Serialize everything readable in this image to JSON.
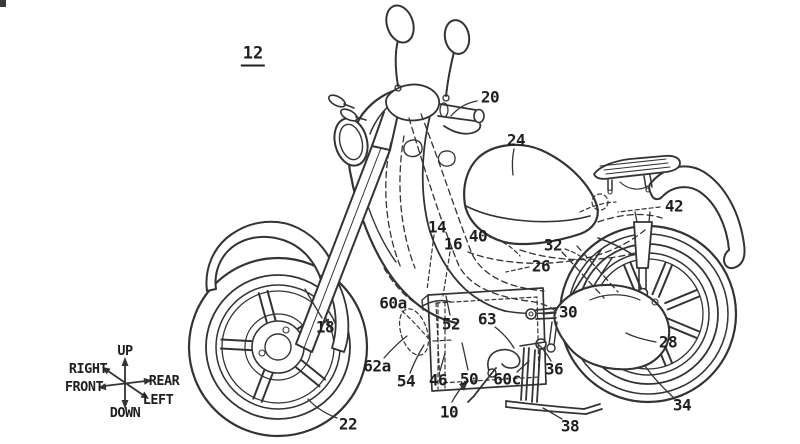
{
  "figure": {
    "number": "12"
  },
  "compass": {
    "up": "UP",
    "down": "DOWN",
    "right": "RIGHT",
    "front": "FRONT",
    "rear": "REAR",
    "left": "LEFT"
  },
  "part_labels": [
    {
      "ref": "20"
    },
    {
      "ref": "24"
    },
    {
      "ref": "42"
    },
    {
      "ref": "14"
    },
    {
      "ref": "16"
    },
    {
      "ref": "40"
    },
    {
      "ref": "32"
    },
    {
      "ref": "26"
    },
    {
      "ref": "18"
    },
    {
      "ref": "60a"
    },
    {
      "ref": "52"
    },
    {
      "ref": "63"
    },
    {
      "ref": "30"
    },
    {
      "ref": "62a"
    },
    {
      "ref": "54"
    },
    {
      "ref": "46"
    },
    {
      "ref": "50"
    },
    {
      "ref": "60c"
    },
    {
      "ref": "36"
    },
    {
      "ref": "28"
    },
    {
      "ref": "10"
    },
    {
      "ref": "38"
    },
    {
      "ref": "34"
    },
    {
      "ref": "22"
    }
  ],
  "colors": {
    "line": "#333333",
    "background": "#ffffff"
  }
}
